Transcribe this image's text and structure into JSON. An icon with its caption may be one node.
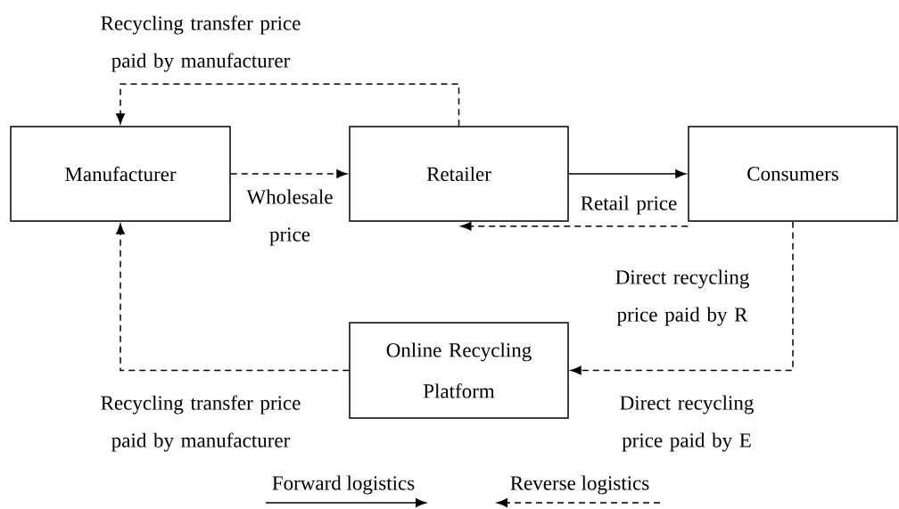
{
  "diagram": {
    "nodes": [
      {
        "text": [
          "Manufacturer"
        ]
      },
      {
        "text": [
          "Retailer"
        ]
      },
      {
        "text": [
          "Consumers"
        ]
      },
      {
        "text": [
          "Online Recycling Platform"
        ]
      }
    ],
    "edges": [
      {
        "from": 1,
        "to": 0,
        "arrow": "to",
        "style": "dashed",
        "label": "Recycling transfer price paid by manufacturer"
      },
      {
        "from": 0,
        "to": 1,
        "arrow": "to",
        "style": "dashed",
        "label": "Wholesale price"
      },
      {
        "from": 1,
        "to": 2,
        "arrow": "to"
      },
      {
        "from": 2,
        "to": 1,
        "arrow": "to",
        "style": "dashed",
        "label": "Retail price"
      },
      {
        "from": 2,
        "to": 3,
        "arrow": "to",
        "style": "dashed",
        "label": "Direct recycling price paid by R"
      },
      {
        "from": 3,
        "to": 0,
        "arrow": "to",
        "style": "dashed",
        "label": "Recycling transfer price paid by manufacturer"
      }
    ],
    "labels": [
      "Direct recycling price paid by E"
    ],
    "legend": [
      {
        "text": "Forward logistics"
      },
      {
        "text": "Reverse logistics"
      }
    ]
  }
}
